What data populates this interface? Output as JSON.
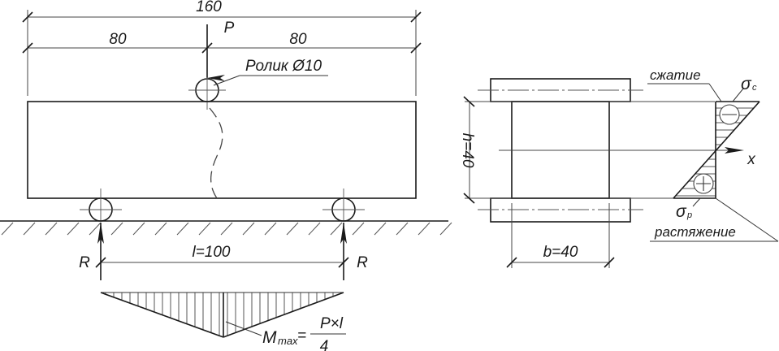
{
  "beam_view": {
    "dimensions": {
      "overall": "160",
      "left_half": "80",
      "right_half": "80",
      "span": "l=100"
    },
    "load": {
      "label": "P"
    },
    "roller_callout": "Ролик Ø10",
    "reactions": {
      "left": "R",
      "right": "R"
    },
    "moment_formula": {
      "symbol": "M",
      "subscript": "max",
      "equals": "=",
      "numerator": "P×l",
      "denominator": "4"
    }
  },
  "section_view": {
    "height_dim": "h=40",
    "width_dim": "b=40",
    "axis_label": "x",
    "compression_label": "сжатие",
    "tension_label": "растяжение",
    "sigma_compression": {
      "symbol": "σ",
      "subscript": "c"
    },
    "sigma_tension": {
      "symbol": "σ",
      "subscript": "p"
    },
    "compression_sign": "−",
    "tension_sign": "+"
  }
}
